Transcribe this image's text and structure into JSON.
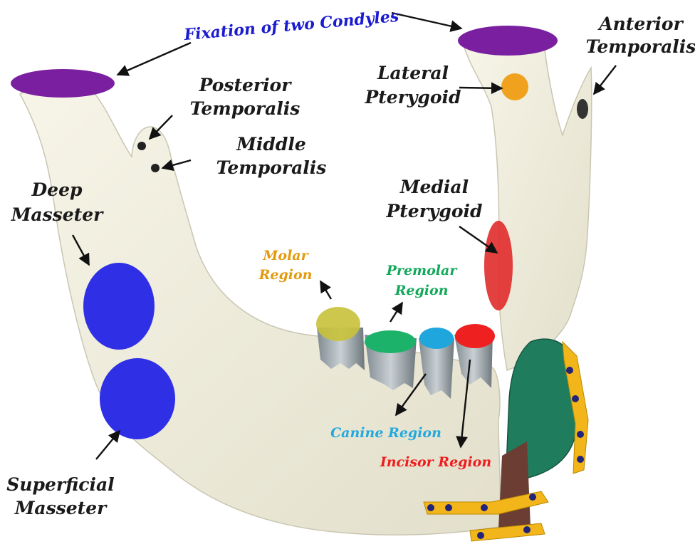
{
  "labels": {
    "fixation": "Fixation of two Condyles",
    "anterior_temporalis": [
      "Anterior",
      "Temporalis"
    ],
    "lateral_pterygoid": [
      "Lateral",
      "Pterygoid"
    ],
    "posterior_temporalis": [
      "Posterior",
      "Temporalis"
    ],
    "middle_temporalis": [
      "Middle",
      "Temporalis"
    ],
    "deep_masseter": [
      "Deep",
      "Masseter"
    ],
    "medial_pterygoid": [
      "Medial",
      "Pterygoid"
    ],
    "molar_region": [
      "Molar",
      "Region"
    ],
    "premolar_region": [
      "Premolar",
      "Region"
    ],
    "canine_region": "Canine Region",
    "incisor_region": "Incisor Region",
    "superficial_masseter": [
      "Superficial",
      "Masseter"
    ]
  },
  "colors": {
    "bone": "#f1efdf",
    "bone_shadow": "#d9d6c2",
    "fixation": "#7a1fa0",
    "masseter": "#2f2fe6",
    "lateral_pterygoid": "#f0a21e",
    "medial_pterygoid": "#e02b2b",
    "molar": "#c8c23a",
    "premolar": "#1db26a",
    "canine": "#1fa6dc",
    "incisor": "#ee2020",
    "implant": "#1f7d5e",
    "plate": "#f2b61a",
    "screw": "#23237a",
    "fixation_text": "#1a1ad0",
    "molar_text": "#e39a0c",
    "premolar_text": "#12a85a",
    "canine_text": "#22a9de",
    "incisor_text": "#ee1c1c"
  }
}
